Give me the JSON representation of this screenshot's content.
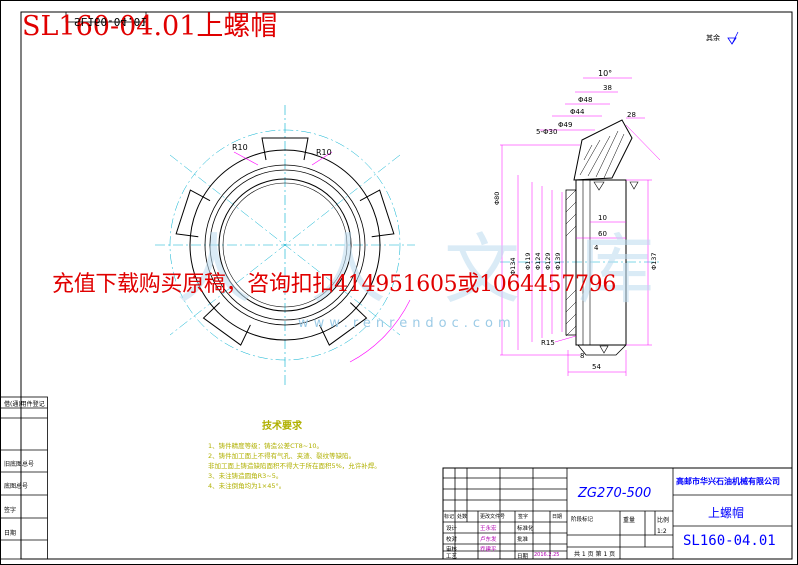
{
  "header": {
    "title": "SL160-04.01上螺帽",
    "mirrored_code": "SL160-04.01"
  },
  "overlay_ad": "充值下载购买原稿，咨询扣扣414951605或1064457796",
  "watermark": {
    "chars": "人人文库",
    "url": "www.renrendoc.com"
  },
  "roughness_note": "其余",
  "front_view": {
    "radius_labels": [
      "R10",
      "R10"
    ]
  },
  "section_view": {
    "top_dims": [
      "10°",
      "38",
      "Φ48",
      "Φ44",
      "Φ49"
    ],
    "side_dims": [
      "28",
      "5-Φ30"
    ],
    "left_dims": [
      "Φ80",
      "Φ134",
      "Φ119",
      "Φ124",
      "Φ129",
      "Φ139"
    ],
    "mid_dims": [
      "10",
      "60",
      "4",
      "Φ137"
    ],
    "bottom_dims": [
      "R15",
      "8",
      "54"
    ]
  },
  "tech_requirements": {
    "title": "技术要求",
    "items": [
      "1、铸件精度等级：铸造公差CT8~10。",
      "2、铸件加工面上不得有气孔、夹渣、裂纹等缺陷。",
      "   非加工面上铸造缺陷面积不得大于所在面积5%，允许补焊。",
      "3、未注铸造圆角R3~5。",
      "4、未注倒角均为1×45°。"
    ]
  },
  "left_column": {
    "labels": [
      "借(通)用件登记",
      "旧底图总号",
      "底图总号",
      "签字",
      "日期"
    ]
  },
  "title_block": {
    "material": "ZG270-500",
    "company": "高邮市华兴石油机械有限公司",
    "part_name": "上螺帽",
    "drawing_no": "SL160-04.01",
    "scale_label": "比例",
    "scale_value": "1:2",
    "weight_label": "重量",
    "stage_label": "阶段标记",
    "sheet_info": "共 1 页    第 1 页",
    "header_row": [
      "标记",
      "处数",
      "更改文件号",
      "签字",
      "日期"
    ],
    "roles": [
      "设计",
      "校对",
      "审核",
      "工艺"
    ],
    "role_notes": [
      "标准化",
      "批准",
      "日期"
    ],
    "signed_names": [
      "王永宏",
      "卢东发",
      "乔建平"
    ],
    "date_stamp": "2016.2.25"
  }
}
